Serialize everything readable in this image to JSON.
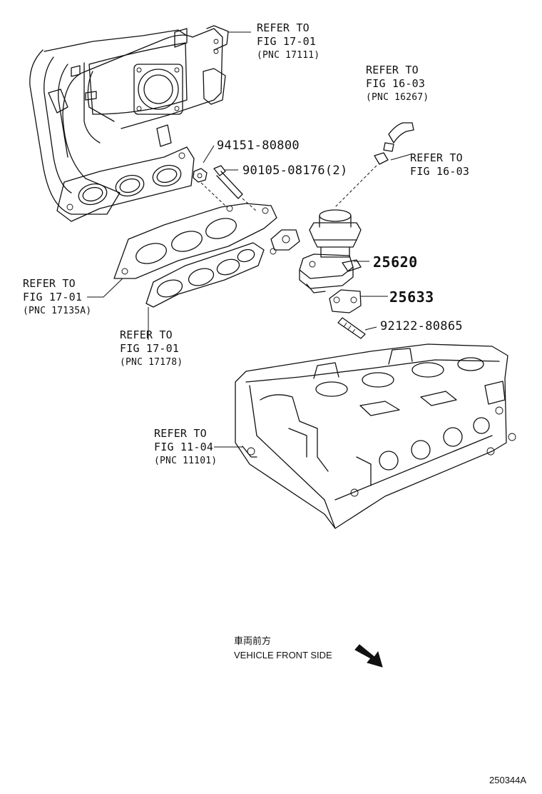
{
  "callouts": {
    "intake_manifold": {
      "line1": "REFER TO",
      "line2": "FIG 17-01",
      "pnc": "(PNC 17111)"
    },
    "hose_upper": {
      "line1": "REFER TO",
      "line2": "FIG 16-03",
      "pnc": "(PNC 16267)"
    },
    "hose_clip": {
      "line1": "REFER TO",
      "line2": "FIG 16-03"
    },
    "manifold_gasket": {
      "line1": "REFER TO",
      "line2": "FIG 17-01",
      "pnc": "(PNC 17135A)"
    },
    "insulator_gasket": {
      "line1": "REFER TO",
      "line2": "FIG 17-01",
      "pnc": "(PNC 17178)"
    },
    "cylinder_head": {
      "line1": "REFER TO",
      "line2": "FIG 11-04",
      "pnc": "(PNC 11101)"
    }
  },
  "parts": {
    "nut": "94151-80800",
    "bolt": "90105-08176(2)",
    "egr_valve": "25620",
    "egr_gasket": "25633",
    "stud": "92122-80865"
  },
  "front_indicator": {
    "japanese": "車両前方",
    "english": "VEHICLE FRONT SIDE"
  },
  "illustration_id": "250344A"
}
